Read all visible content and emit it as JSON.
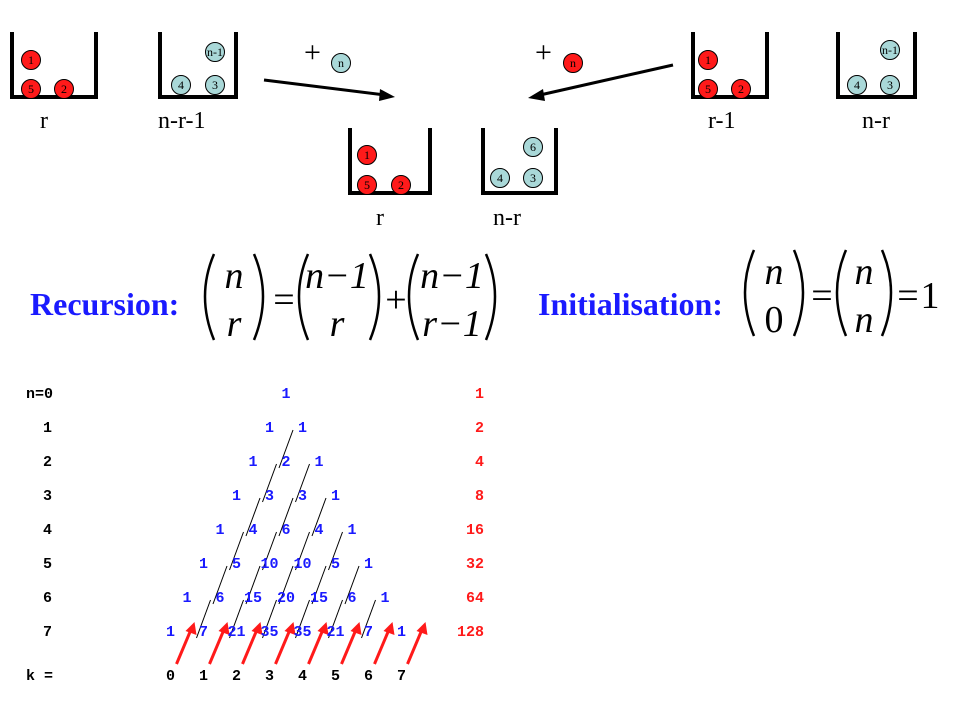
{
  "boxes": [
    {
      "label": "r",
      "balls": [
        "1",
        "5",
        "2"
      ]
    },
    {
      "label": "n-r-1",
      "balls": [
        "n-1",
        "4",
        "3"
      ]
    },
    {
      "label": "r-1",
      "balls": [
        "1",
        "5",
        "2"
      ]
    },
    {
      "label": "n-r",
      "balls": [
        "n-1",
        "4",
        "3"
      ]
    },
    {
      "label": "r",
      "balls": [
        "1",
        "5",
        "2"
      ]
    },
    {
      "label": "n-r",
      "balls": [
        "6",
        "4",
        "3"
      ]
    }
  ],
  "plus_sign": "+",
  "added_ball": "n",
  "recursion": {
    "heading": "Recursion:",
    "lhs_top": "n",
    "lhs_bottom": "r",
    "equals": "=",
    "t1_top": "n−1",
    "t1_bottom": "r",
    "plus": "+",
    "t2_top": "n−1",
    "t2_bottom": "r−1"
  },
  "initialisation": {
    "heading": "Initialisation:",
    "a_top": "n",
    "a_bottom": "0",
    "equals1": "=",
    "b_top": "n",
    "b_bottom": "n",
    "equals2": "=",
    "rhs": "1"
  },
  "triangle": {
    "row_labels": [
      "n=0",
      "1",
      "2",
      "3",
      "4",
      "5",
      "6",
      "7"
    ],
    "rows": [
      [
        "1"
      ],
      [
        "1",
        "1"
      ],
      [
        "1",
        "2",
        "1"
      ],
      [
        "1",
        "3",
        "3",
        "1"
      ],
      [
        "1",
        "4",
        "6",
        "4",
        "1"
      ],
      [
        "1",
        "5",
        "10",
        "10",
        "5",
        "1"
      ],
      [
        "1",
        "6",
        "15",
        "20",
        "15",
        "6",
        "1"
      ],
      [
        "1",
        "7",
        "21",
        "35",
        "35",
        "21",
        "7",
        "1"
      ]
    ],
    "row_sums": [
      "1",
      "2",
      "4",
      "8",
      "16",
      "32",
      "64",
      "128"
    ],
    "k_label": "k =",
    "k_values": [
      "0",
      "1",
      "2",
      "3",
      "4",
      "5",
      "6",
      "7"
    ]
  },
  "colors": {
    "ball_red": "#ff1a1a",
    "ball_teal": "#a9d8d8",
    "blue": "#1a1aff",
    "red": "#ff1a1a"
  }
}
